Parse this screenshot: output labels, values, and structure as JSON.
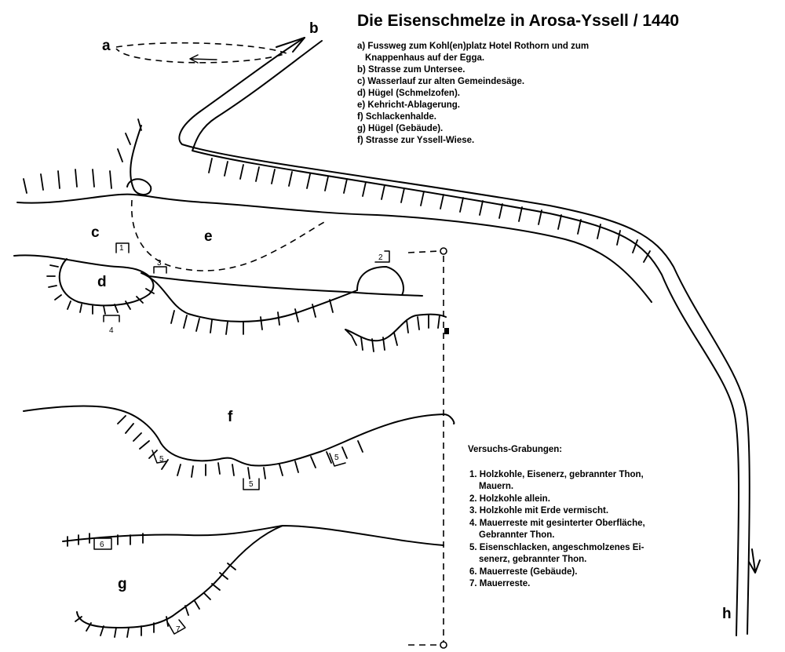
{
  "title": "Die Eisenschmelze in Arosa-Yssell / 1440",
  "legend": [
    "a) Fussweg zum Kohl(en)platz Hotel Rothorn und zum",
    "Knappenhaus auf der Egga.",
    "b) Strasse zum Untersee.",
    "c) Wasserlauf zur alten Gemeindesäge.",
    "d) Hügel (Schmelzofen).",
    "e) Kehricht-Ablagerung.",
    "f) Schlackenhalde.",
    "g) Hügel (Gebäude).",
    "f) Strasse zur Yssell-Wiese."
  ],
  "excavations": {
    "heading": "Versuchs-Grabungen:",
    "items": [
      "1. Holzkohle, Eisenerz, gebrannter Thon,",
      "Mauern.",
      "2. Holzkohle allein.",
      "3. Holzkohle mit Erde vermischt.",
      "4. Mauerreste mit gesinterter Oberfläche,",
      "Gebrannter Thon.",
      "5. Eisenschlacken, angeschmolzenes Ei-",
      "senerz, gebrannter Thon.",
      "6. Mauerreste (Gebäude).",
      "7. Mauerreste."
    ]
  },
  "area_letters": {
    "a": "a",
    "b": "b",
    "c": "c",
    "d": "d",
    "e": "e",
    "f": "f",
    "g": "g",
    "h": "h"
  },
  "pit_numbers": {
    "p1": "1",
    "p2": "2",
    "p3": "3",
    "p4": "4",
    "p5a": "5",
    "p5b": "5",
    "p5c": "5",
    "p6": "6",
    "p7": "7"
  }
}
